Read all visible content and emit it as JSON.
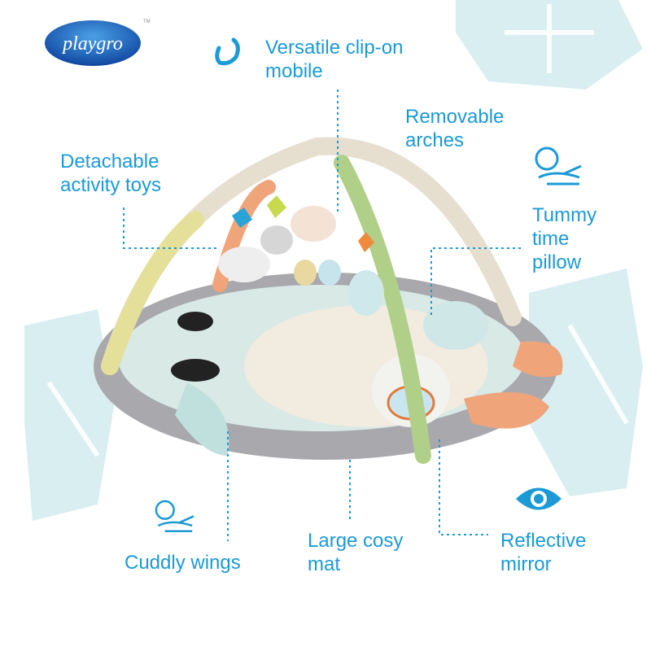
{
  "brand": {
    "logo_text": "playgro",
    "trademark": "TM"
  },
  "features": [
    {
      "id": "mobile",
      "label_line1": "Versatile clip-on",
      "label_line2": "mobile",
      "icon": "clip-ring-icon"
    },
    {
      "id": "arches",
      "label_line1": "Removable",
      "label_line2": "arches"
    },
    {
      "id": "toys",
      "label_line1": "Detachable",
      "label_line2": "activity toys"
    },
    {
      "id": "pillow",
      "label_line1": "Tummy",
      "label_line2": "time",
      "label_line3": "pillow",
      "icon": "baby-tummy-icon"
    },
    {
      "id": "wings",
      "label_line1": "Cuddly wings",
      "icon": "baby-tummy-icon"
    },
    {
      "id": "mat",
      "label_line1": "Large cosy",
      "label_line2": "mat"
    },
    {
      "id": "mirror",
      "label_line1": "Reflective",
      "label_line2": "mirror",
      "icon": "eye-icon"
    }
  ],
  "colors": {
    "accent": "#1b9ad6",
    "snowflake": "#d8eef0",
    "mat_rim": "#a9a9ad",
    "mat_center": "#f1ebe0"
  }
}
